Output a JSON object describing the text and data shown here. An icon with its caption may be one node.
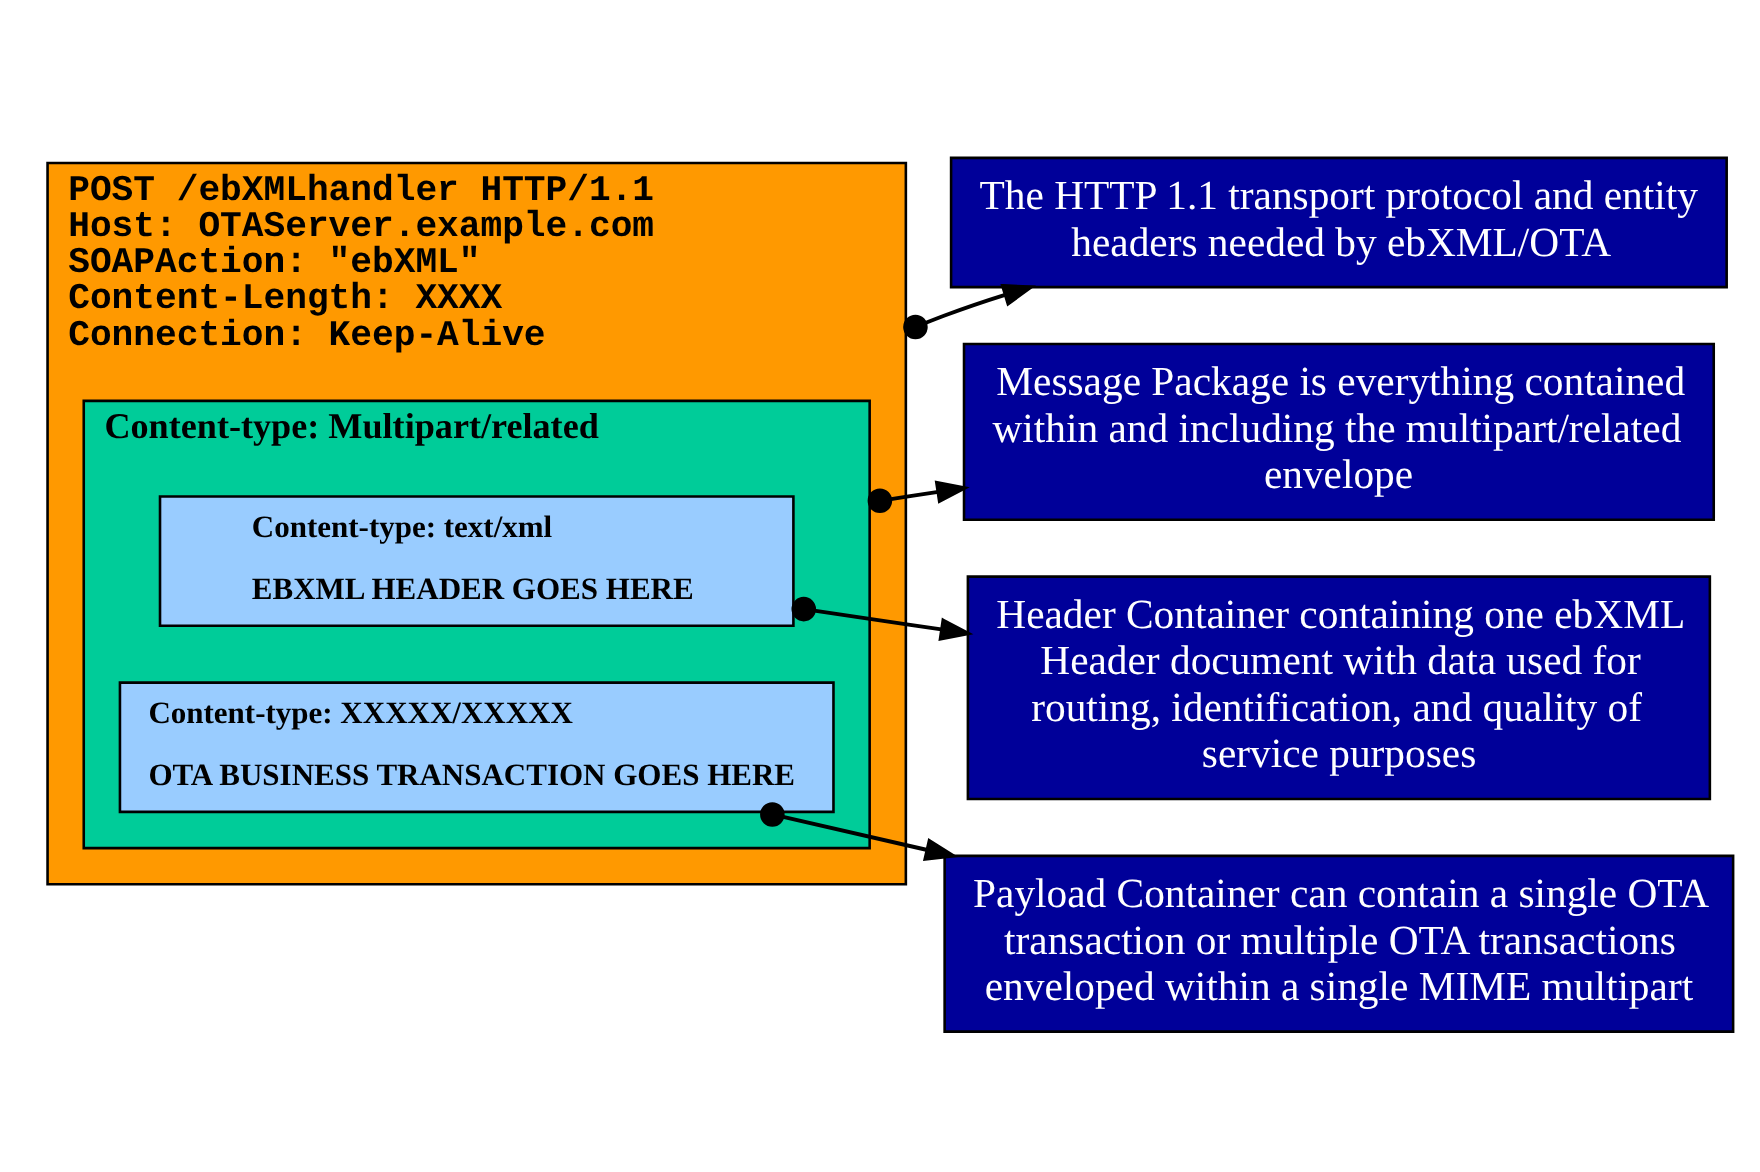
{
  "diagram": {
    "nodes": [
      {
        "text": [
          "POST /ebXMLhandler HTTP/1.1",
          "Host: OTAServer.example.com",
          "SOAPAction: \"ebXML\"",
          "Content-Length: XXXX",
          "Connection: Keep-Alive"
        ]
      },
      {
        "text": [
          "Content-type: Multipart/related"
        ],
        "in": 0
      },
      {
        "text": [
          "Content-type: text/xml",
          "EBXML HEADER GOES HERE"
        ],
        "in": 1
      },
      {
        "text": [
          "Content-type: XXXXX/XXXXX",
          "OTA BUSINESS TRANSACTION GOES HERE"
        ],
        "in": 1
      },
      {
        "text": [
          "The HTTP 1.1 transport protocol and entity headers needed by ebXML/OTA"
        ]
      },
      {
        "text": [
          "Message Package is everything contained within and including the multipart/related envelope"
        ]
      },
      {
        "text": [
          "Header Container containing one ebXML Header document with data used for routing, identification, and quality of service purposes"
        ]
      },
      {
        "text": [
          "Payload Container can contain a single OTA transaction or multiple OTA transactions enveloped within a single MIME multipart"
        ]
      }
    ],
    "edges": [
      {
        "from": 0,
        "to": 4,
        "arrow": "to"
      },
      {
        "from": 1,
        "to": 5,
        "arrow": "to"
      },
      {
        "from": 2,
        "to": 6,
        "arrow": "to"
      },
      {
        "from": 3,
        "to": 7,
        "arrow": "to"
      }
    ]
  }
}
